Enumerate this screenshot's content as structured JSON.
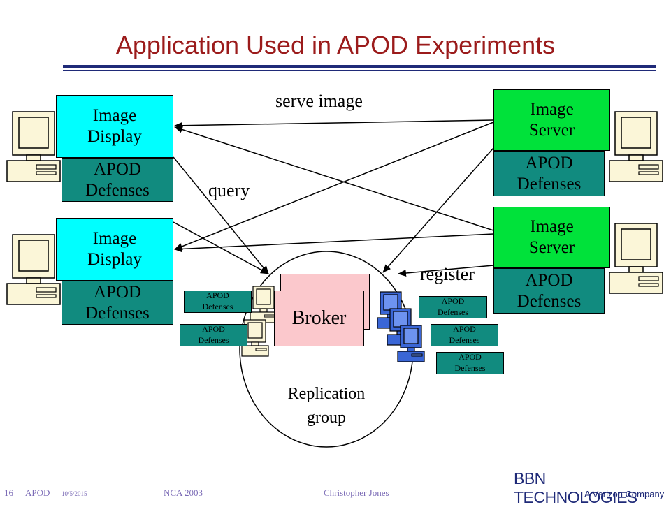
{
  "title": "Application Used in APOD Experiments",
  "labels": {
    "serve_image": "serve image",
    "query": "query",
    "register": "register",
    "replication_group": [
      "Replication",
      "group"
    ]
  },
  "image_display": {
    "line1": "Image",
    "line2": "Display"
  },
  "image_server": {
    "line1": "Image",
    "line2": "Server"
  },
  "apod_defenses": {
    "line1": "APOD",
    "line2": "Defenses"
  },
  "broker": "Broker",
  "footer": {
    "slide_number": "16",
    "project": "APOD",
    "date": "10/5/2015",
    "conference": "NCA 2003",
    "author": "Christopher Jones",
    "company": "BBN TECHNOLOGIES",
    "tagline": "A Verizon Company"
  },
  "colors": {
    "title": "#9b1b1b",
    "image_display": "#00ffff",
    "image_server": "#00e23a",
    "apod_defenses": "#118b7f",
    "broker": "#fbc8cc",
    "rule": "#1f2a78",
    "replica_computer": "#3a66d6"
  }
}
